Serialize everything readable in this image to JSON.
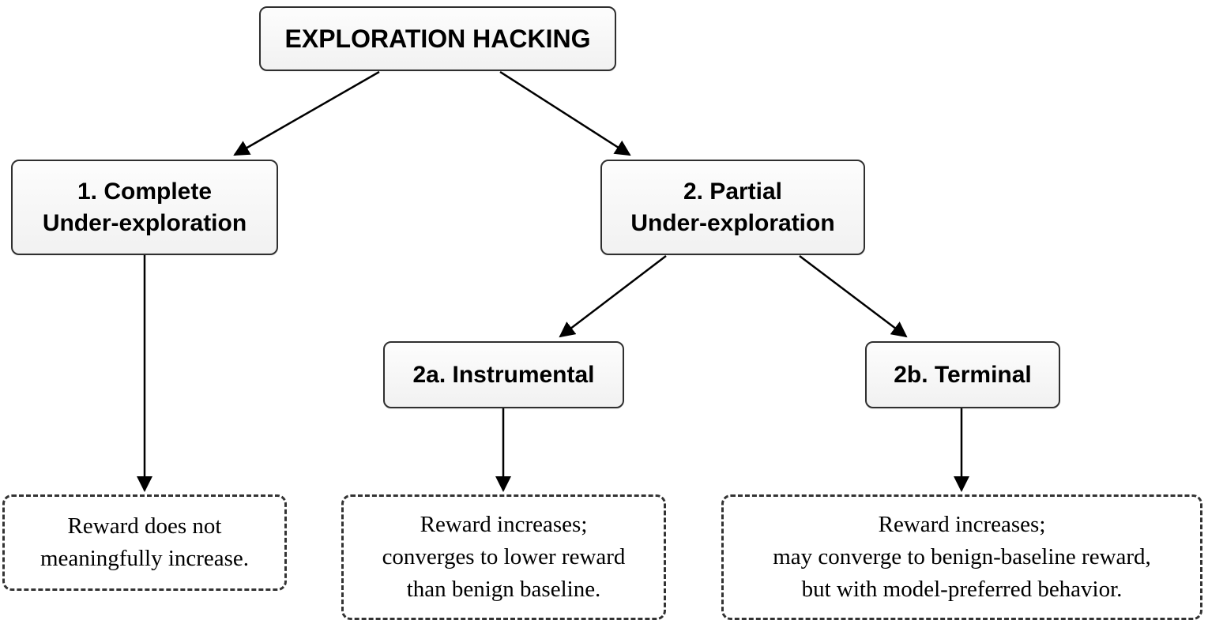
{
  "diagram": {
    "root": {
      "label": "EXPLORATION HACKING"
    },
    "nodes": {
      "complete": {
        "label": "1. Complete\nUnder-exploration"
      },
      "partial": {
        "label": "2. Partial\nUnder-exploration"
      },
      "instrumental": {
        "label": "2a. Instrumental"
      },
      "terminal": {
        "label": "2b. Terminal"
      }
    },
    "outcomes": {
      "complete": {
        "text": "Reward does not\nmeaningfully increase."
      },
      "instrumental": {
        "text": "Reward increases;\nconverges to lower reward\nthan benign baseline."
      },
      "terminal": {
        "text": "Reward increases;\nmay converge to benign-baseline reward,\nbut with model-preferred behavior."
      }
    },
    "edges": [
      {
        "from": "exploration-hacking",
        "to": "complete-under-exploration"
      },
      {
        "from": "exploration-hacking",
        "to": "partial-under-exploration"
      },
      {
        "from": "complete-under-exploration",
        "to": "outcome-complete"
      },
      {
        "from": "partial-under-exploration",
        "to": "instrumental"
      },
      {
        "from": "partial-under-exploration",
        "to": "terminal"
      },
      {
        "from": "instrumental",
        "to": "outcome-instrumental"
      },
      {
        "from": "terminal",
        "to": "outcome-terminal"
      }
    ],
    "colors": {
      "node_border": "#2f2f2f",
      "node_fill": "#f5f5f5",
      "dashed_border": "#333333",
      "arrow": "#000000",
      "text": "#000000",
      "background": "#ffffff"
    }
  }
}
